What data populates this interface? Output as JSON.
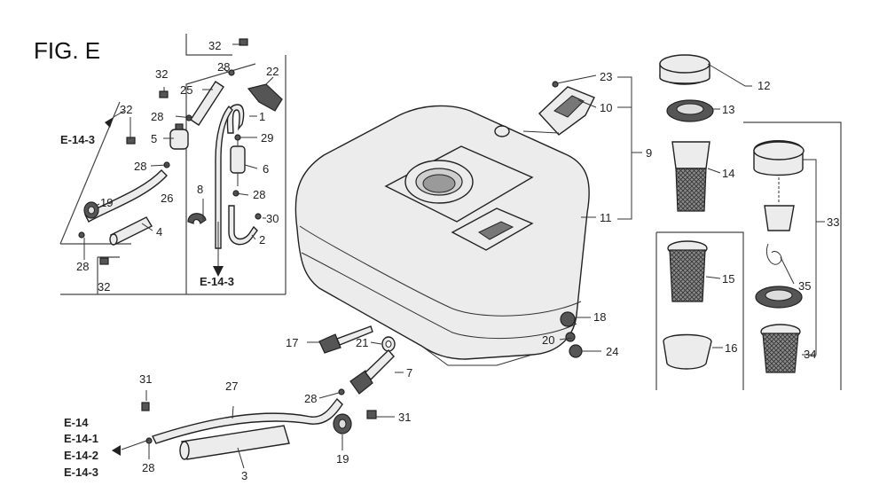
{
  "figure": {
    "title": "FIG. E"
  },
  "refs": {
    "e14_3_top": "E-14-3",
    "e14_3_bottom": "E-14-3",
    "e14": "E-14",
    "e14_1": "E-14-1",
    "e14_2": "E-14-2",
    "e14_3_list": "E-14-3"
  },
  "labels": {
    "p1": "1",
    "p2": "2",
    "p3": "3",
    "p4": "4",
    "p5": "5",
    "p6": "6",
    "p7": "7",
    "p8": "8",
    "p9": "9",
    "p10": "10",
    "p11": "11",
    "p12": "12",
    "p13": "13",
    "p14": "14",
    "p15": "15",
    "p16": "16",
    "p17": "17",
    "p18": "18",
    "p19a": "19",
    "p19b": "19",
    "p20": "20",
    "p21": "21",
    "p22": "22",
    "p23": "23",
    "p24": "24",
    "p25": "25",
    "p26": "26",
    "p27": "27",
    "p28a": "28",
    "p28b": "28",
    "p28c": "28",
    "p28d": "28",
    "p28e": "28",
    "p28f": "28",
    "p28g": "28",
    "p29": "29",
    "p30": "30",
    "p31a": "31",
    "p31b": "31",
    "p32a": "32",
    "p32b": "32",
    "p32c": "32",
    "p32d": "32",
    "p33": "33",
    "p34": "34",
    "p35": "35"
  }
}
